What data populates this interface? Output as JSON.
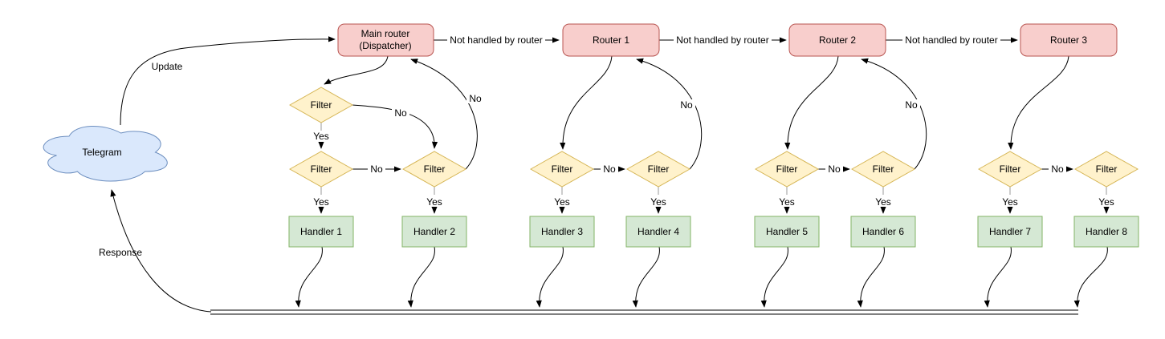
{
  "diagram": {
    "cloud": "Telegram",
    "dispatcher": {
      "line1": "Main router",
      "line2": "(Dispatcher)"
    },
    "routers": [
      "Router 1",
      "Router 2",
      "Router 3"
    ],
    "filter": "Filter",
    "handlers": [
      "Handler 1",
      "Handler 2",
      "Handler 3",
      "Handler 4",
      "Handler 5",
      "Handler 6",
      "Handler 7",
      "Handler 8"
    ],
    "edge_labels": {
      "update": "Update",
      "response": "Response",
      "not_handled": "Not handled by router",
      "yes": "Yes",
      "no": "No"
    },
    "colors": {
      "cloud_fill": "#dae8fc",
      "cloud_stroke": "#6c8ebf",
      "router_fill": "#f8cecc",
      "router_stroke": "#b85450",
      "filter_fill": "#fff2cc",
      "filter_stroke": "#d6b656",
      "handler_fill": "#d5e8d4",
      "handler_stroke": "#82b366",
      "edge_stroke": "#000000",
      "background": "#ffffff"
    }
  }
}
